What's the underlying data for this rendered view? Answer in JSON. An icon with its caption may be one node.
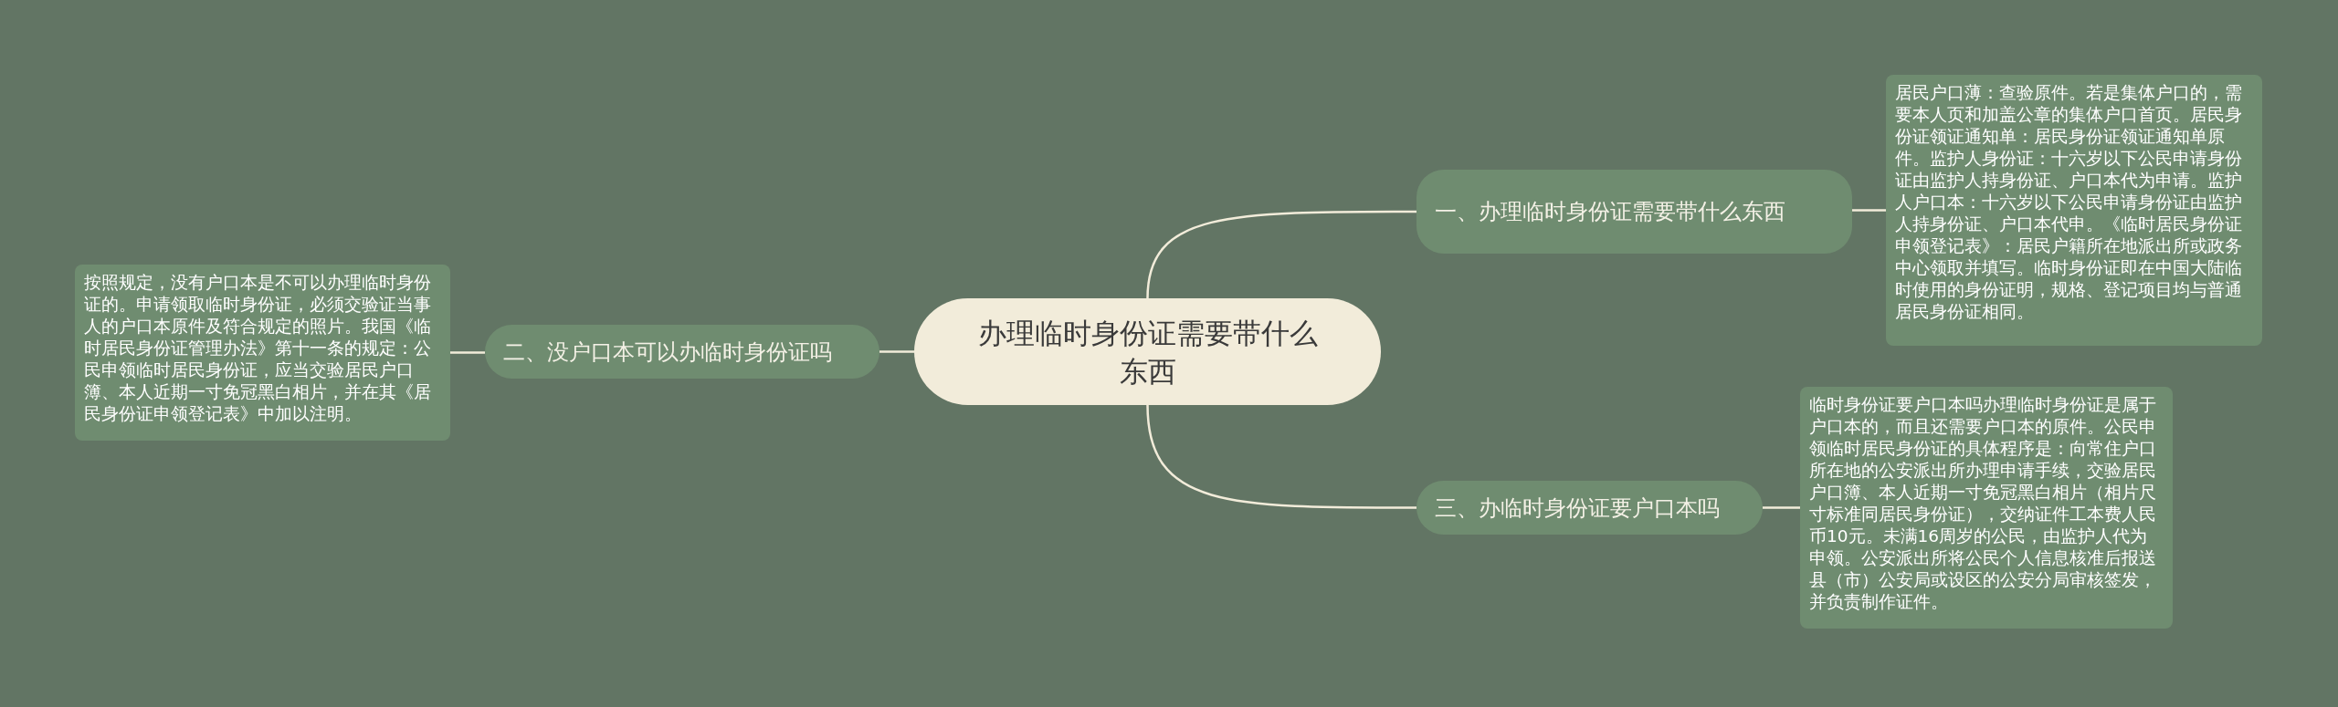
{
  "diagram": {
    "nodes": [
      {
        "text": [
          "办理临时身份证需要带什么东西"
        ]
      },
      {
        "text": [
          "一、办理临时身份证需要带什么东西"
        ]
      },
      {
        "text": [
          "居民户口薄：查验原件。若是集体户口的，需要本人页和加盖公章的集体户口首页。居民身份证领证通知单：居民身份证领证通知单原件。监护人身份证：十六岁以下公民申请身份证由监护人持身份证、户口本代为申请。监护人户口本：十六岁以下公民申请身份证由监护人持身份证、户口本代申。《临时居民身份证申领登记表》：居民户籍所在地派出所或政务中心领取并填写。临时身份证即在中国大陆临时使用的身份证明，规格、登记项目均与普通居民身份证相同。"
        ]
      },
      {
        "text": [
          "二、没户口本可以办临时身份证吗"
        ]
      },
      {
        "text": [
          "按照规定，没有户口本是不可以办理临时身份证的。申请领取临时身份证，必须交验证当事人的户口本原件及符合规定的照片。我国《临时居民身份证管理办法》第十一条的规定：公民申领临时居民身份证，应当交验居民户口簿、本人近期一寸免冠黑白相片，并在其《居民身份证申领登记表》中加以注明。"
        ]
      },
      {
        "text": [
          "三、办临时身份证要户口本吗"
        ]
      },
      {
        "text": [
          "临时身份证要户口本吗办理临时身份证是属于户口本的，而且还需要户口本的原件。公民申领临时居民身份证的具体程序是：向常住户口所在地的公安派出所办理申请手续，交验居民户口簿、本人近期一寸免冠黑白相片（相片尺寸标准同居民身份证），交纳证件工本费人民币10元。未满16周岁的公民，由监护人代为申领。公安派出所将公民个人信息核准后报送县（市）公安局或设区的公安分局审核签发，并负责制作证件。"
        ]
      }
    ],
    "edges": [
      {
        "from": 0,
        "to": 1,
        "arrow": "none"
      },
      {
        "from": 1,
        "to": 2,
        "arrow": "none"
      },
      {
        "from": 0,
        "to": 3,
        "arrow": "none"
      },
      {
        "from": 3,
        "to": 4,
        "arrow": "none"
      },
      {
        "from": 0,
        "to": 5,
        "arrow": "none"
      },
      {
        "from": 5,
        "to": 6,
        "arrow": "none"
      }
    ]
  }
}
